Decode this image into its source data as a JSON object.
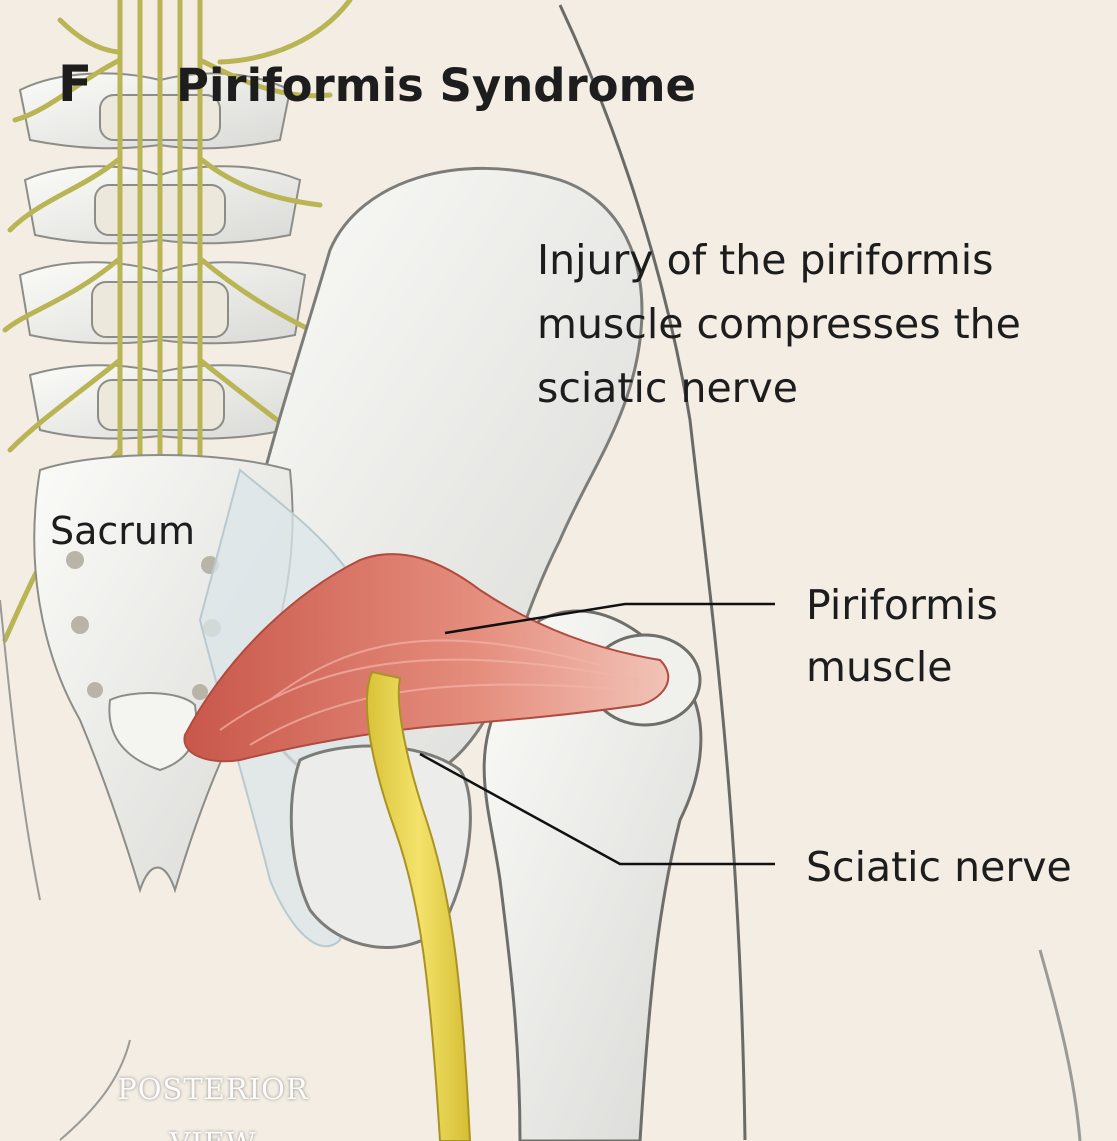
{
  "panel_letter": "F",
  "title": "Piriformis Syndrome",
  "description_lines": [
    "Injury of the piriformis",
    "muscle compresses the",
    "sciatic nerve"
  ],
  "labels": {
    "sacrum": "Sacrum",
    "piriformis_lines": [
      "Piriformis",
      "muscle"
    ],
    "sciatic": "Sciatic nerve"
  },
  "view_lines": [
    "POSTERIOR",
    "VIEW"
  ],
  "colors": {
    "background": "#f3ede3",
    "bone": "#eeeeec",
    "muscle": "#d9786a",
    "nerve": "#e8d44a",
    "nerve_branches": "#b9b454"
  }
}
